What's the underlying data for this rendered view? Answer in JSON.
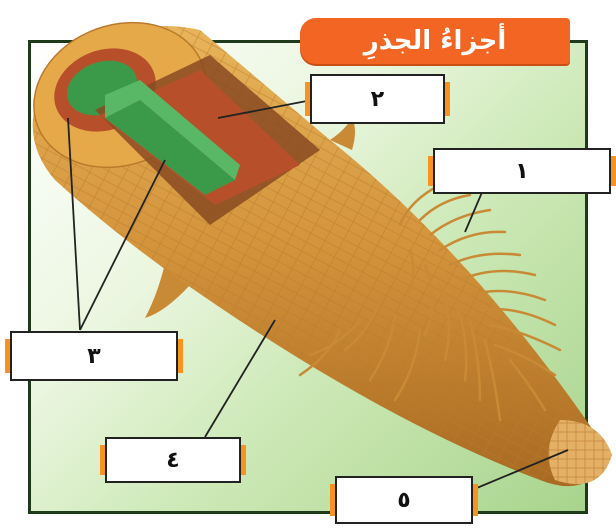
{
  "title": "أجزاءُ الجذرِ",
  "labels": {
    "l1": "١",
    "l2": "٢",
    "l3": "٣",
    "l4": "٤",
    "l5": "٥"
  },
  "colors": {
    "title_bg": "#f26522",
    "frame_border": "#1f3a1b",
    "root_body": "#d99a3c",
    "root_dark": "#a86a22",
    "inner_green": "#3b9a4a",
    "inner_red": "#b7502a",
    "label_accent": "#f7931e"
  }
}
